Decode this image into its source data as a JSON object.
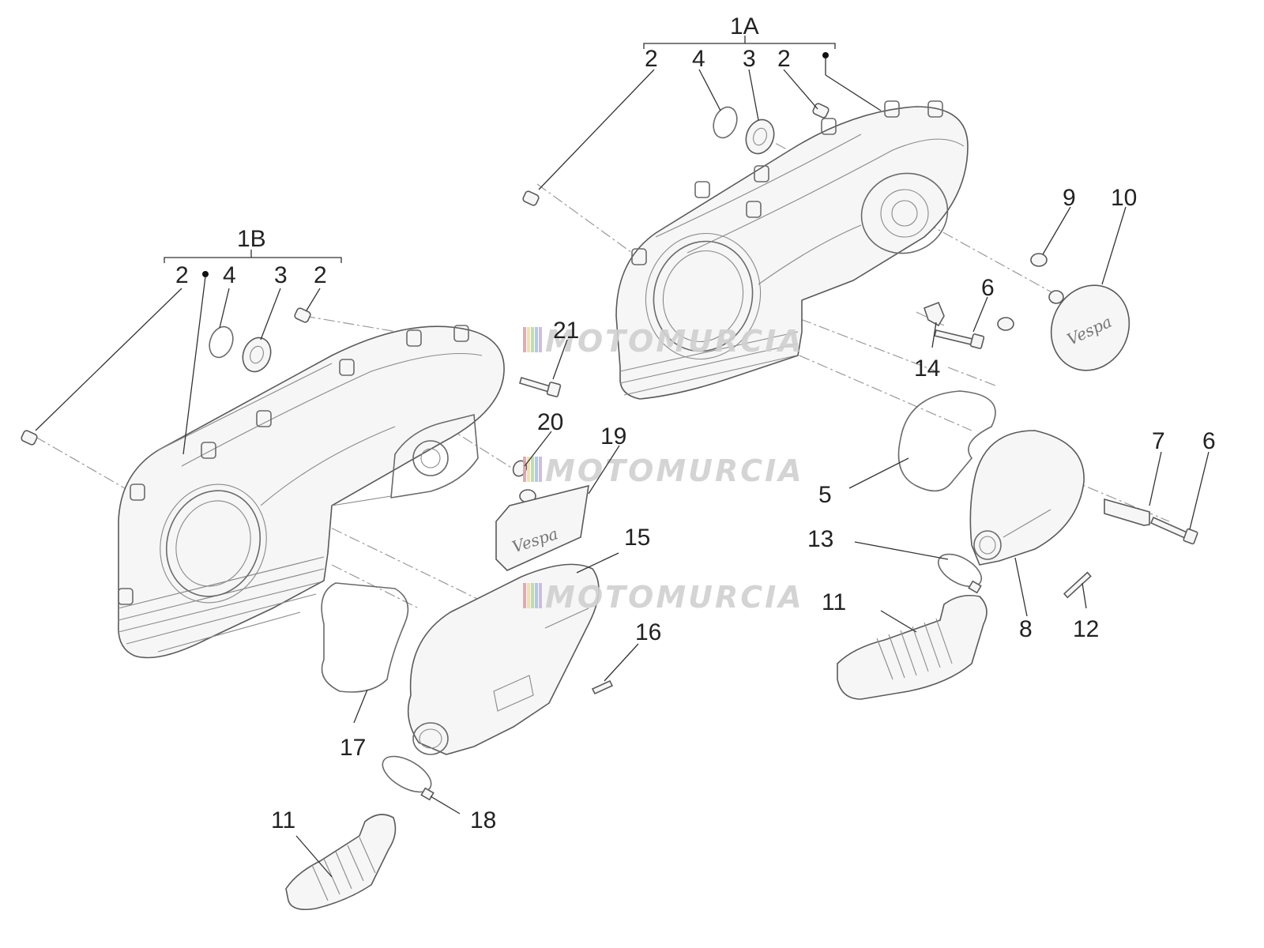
{
  "callouts": {
    "group_1a": "1A",
    "group_1b": "1B",
    "a_2_left": "2",
    "a_4": "4",
    "a_3": "3",
    "a_2_right": "2",
    "b_2_left": "2",
    "b_4": "4",
    "b_3": "3",
    "b_2_right": "2",
    "p5": "5",
    "p6_top": "6",
    "p6_right": "6",
    "p7": "7",
    "p8": "8",
    "p9": "9",
    "p10": "10",
    "p11_left": "11",
    "p11_right": "11",
    "p12": "12",
    "p13": "13",
    "p14": "14",
    "p15": "15",
    "p16": "16",
    "p17": "17",
    "p18": "18",
    "p19": "19",
    "p20": "20",
    "p21": "21"
  },
  "watermark": {
    "text": "MOTOMURCIA",
    "colors": [
      "#e8a0a0",
      "#efe09a",
      "#b6dca8",
      "#a8c6e6",
      "#c8b6e0"
    ]
  },
  "logo_text": "Vespa"
}
